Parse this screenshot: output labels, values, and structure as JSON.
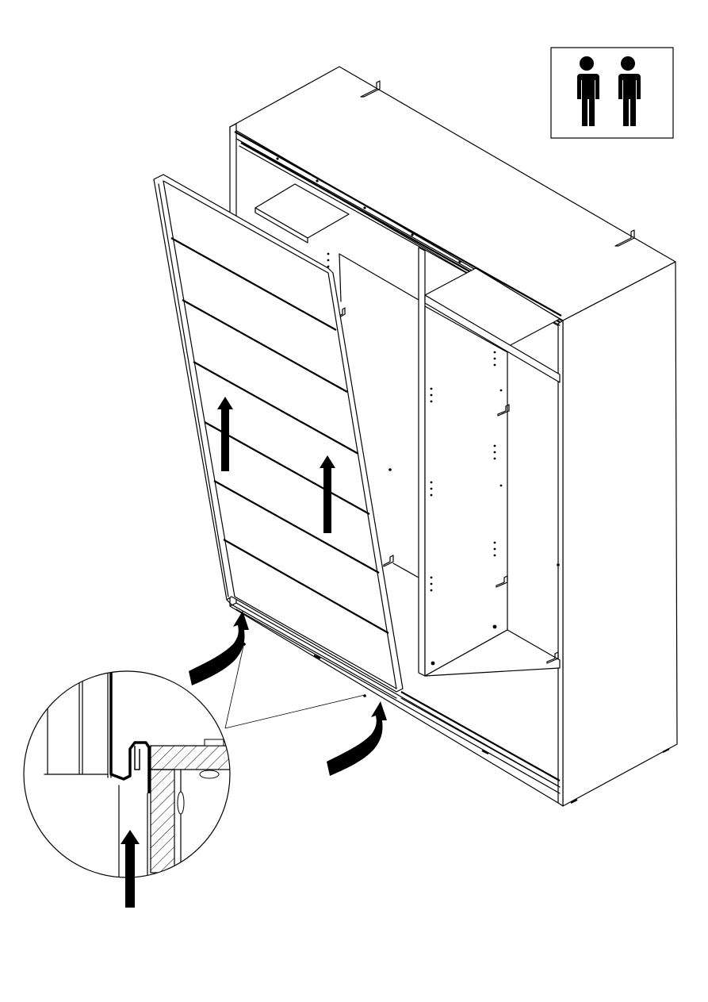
{
  "figure": {
    "kind": "assembly-instruction",
    "people_required_icon": "two-person-icon",
    "people_count": 2,
    "action_arrow_icon": "arrow-up-icon",
    "detail_callout": "magnified-cross-section",
    "colors": {
      "line": "#000000",
      "background": "#ffffff"
    }
  }
}
